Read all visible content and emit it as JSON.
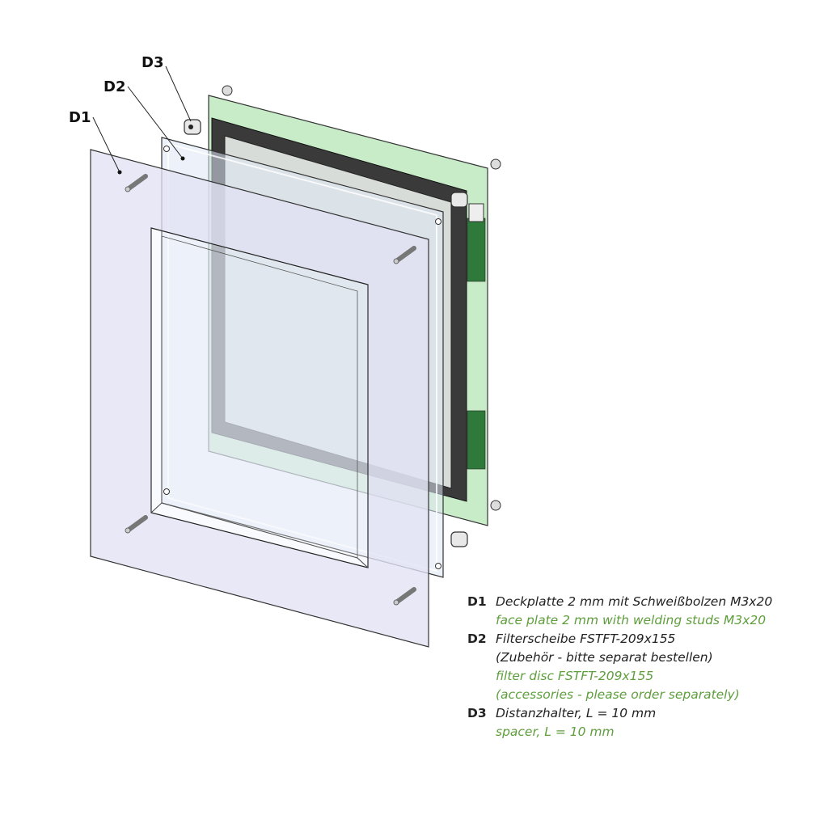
{
  "labels": {
    "d1": "D1",
    "d2": "D2",
    "d3": "D3"
  },
  "legend": [
    {
      "key": "D1",
      "de": [
        "Deckplatte 2 mm mit Schweißbolzen M3x20"
      ],
      "en": [
        "face plate 2 mm with welding studs M3x20"
      ]
    },
    {
      "key": "D2",
      "de": [
        "Filterscheibe FSTFT-209x155",
        "(Zubehör - bitte separat bestellen)"
      ],
      "en": [
        "filter disc FSTFT-209x155",
        "(accessories - please order separately)"
      ]
    },
    {
      "key": "D3",
      "de": [
        "Distanzhalter, L = 10 mm"
      ],
      "en": [
        "spacer, L = 10 mm"
      ]
    }
  ],
  "colors": {
    "pcb": "#c9ecc8",
    "english_text": "#5e9e3c",
    "plate": "#e3e3f3"
  }
}
